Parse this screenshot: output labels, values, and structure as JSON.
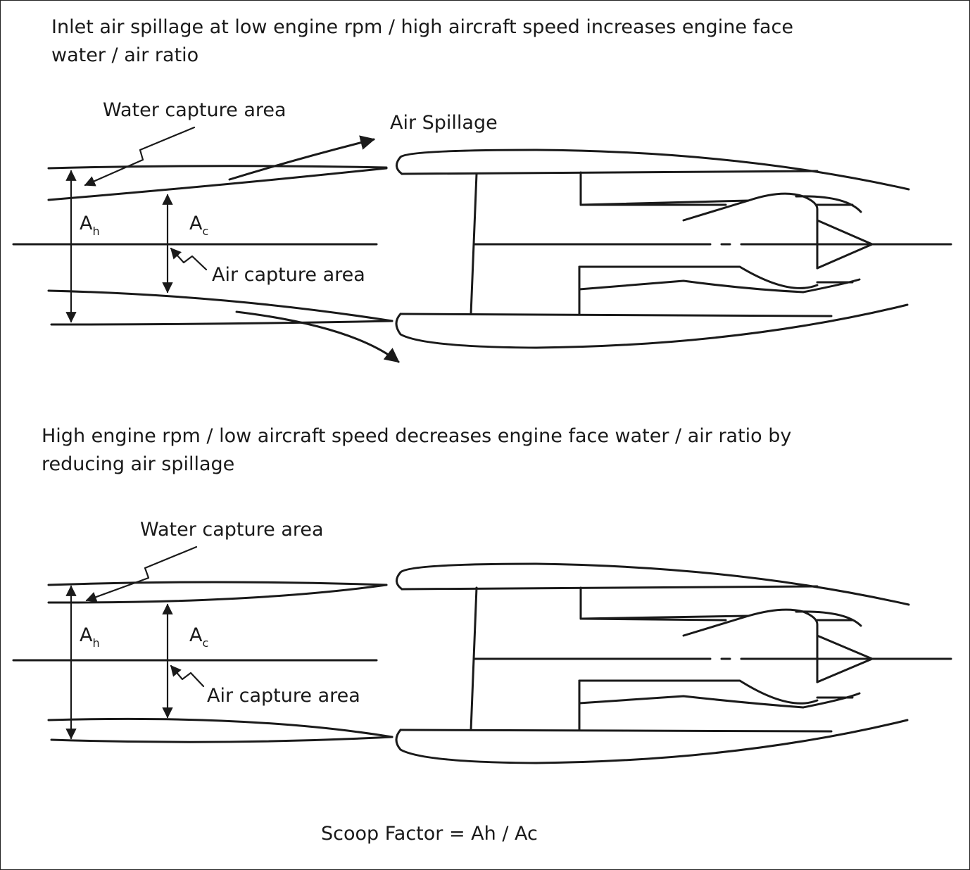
{
  "top": {
    "heading_line1": "Inlet air spillage at low engine rpm / high aircraft speed increases engine face",
    "heading_line2": "water / air ratio",
    "water_label": "Water capture area",
    "spill_label": "Air Spillage",
    "air_label": "Air capture area",
    "ah_main": "A",
    "ah_sub": "h",
    "ac_main": "A",
    "ac_sub": "c"
  },
  "bottom": {
    "heading_line1": "High engine rpm / low aircraft speed decreases engine face water /  air ratio by",
    "heading_line2": "reducing air spillage",
    "water_label": "Water capture area",
    "air_label": "Air capture area",
    "ah_main": "A",
    "ah_sub": "h",
    "ac_main": "A",
    "ac_sub": "c"
  },
  "footer": {
    "formula": "Scoop Factor = Ah / Ac"
  }
}
